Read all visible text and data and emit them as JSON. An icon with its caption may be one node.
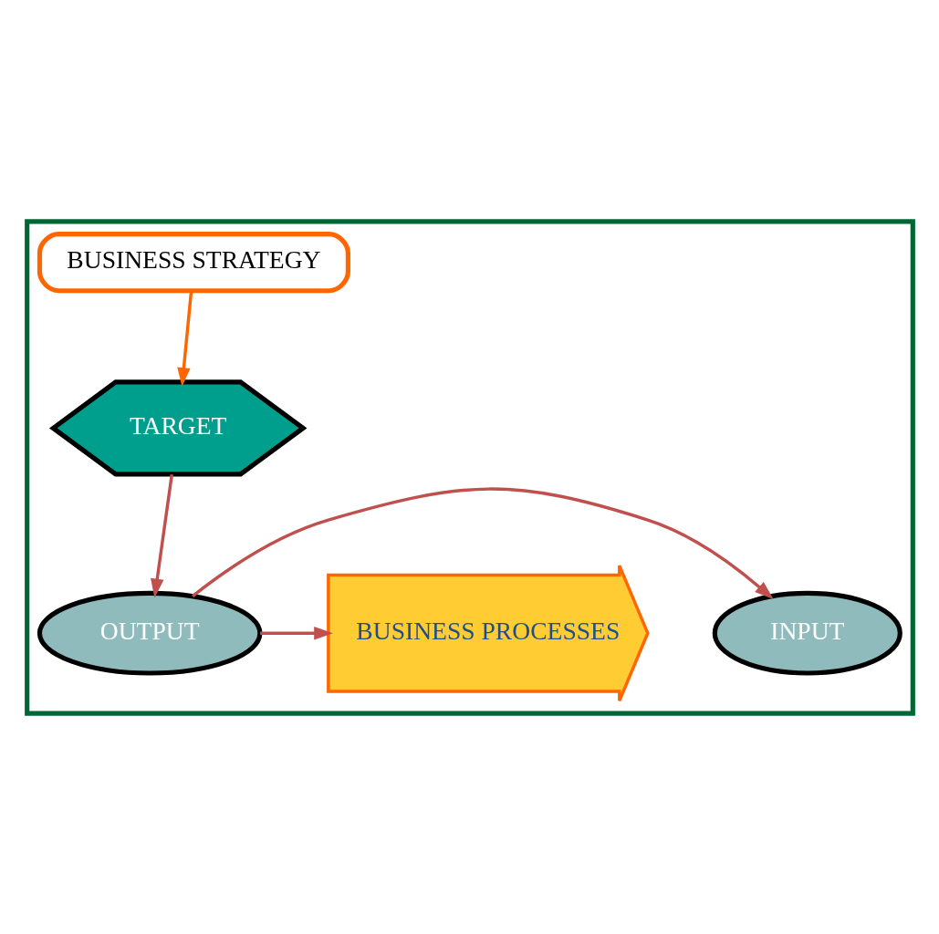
{
  "diagram": {
    "nodes": [
      {
        "text": [],
        "shape": "triangle"
      },
      {
        "text": [
          "BUSINESS STRATEGY"
        ],
        "in": 0
      },
      {
        "text": [
          "TARGET"
        ],
        "in": 0
      },
      {
        "text": [
          "INPUT"
        ],
        "in": 0
      },
      {
        "text": [
          "BUSINESS PROCESSES"
        ],
        "in": 0
      },
      {
        "text": [
          "OUTPUT"
        ],
        "in": 0
      }
    ],
    "edges": [
      {
        "from": 1,
        "to": 2,
        "arrow": "to",
        "color": "#ff6600"
      },
      {
        "from": 2,
        "to": 5,
        "arrow": "to"
      },
      {
        "from": 5,
        "to": 3,
        "arrow": "to"
      },
      {
        "from": 5,
        "to": 4,
        "arrow": "to"
      }
    ]
  }
}
